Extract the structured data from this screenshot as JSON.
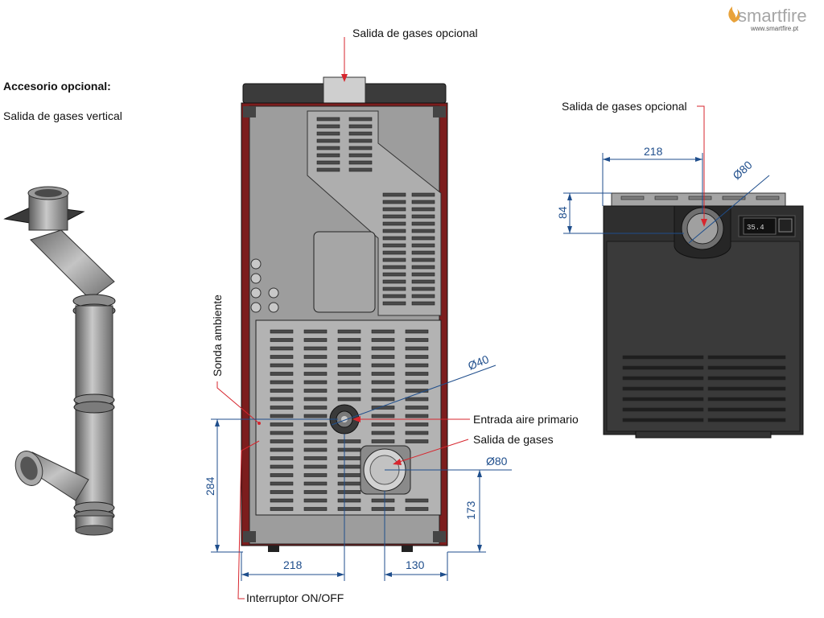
{
  "brand": {
    "name": "smartfire",
    "url": "www.smartfire.pt"
  },
  "accessory": {
    "heading": "Accesorio opcional:",
    "description": "Salida de gases vertical"
  },
  "back_view": {
    "labels": {
      "top_outlet": "Salida de gases opcional",
      "ambient_probe": "Sonda ambiente",
      "primary_air": "Entrada aire primario",
      "gas_outlet": "Salida de gases",
      "switch": "Interruptor ON/OFF"
    },
    "dimensions": {
      "air_diameter": "Ø40",
      "outlet_diameter": "Ø80",
      "height_air": "284",
      "height_outlet": "173",
      "width_left": "218",
      "width_right": "130"
    }
  },
  "top_view": {
    "labels": {
      "optional_outlet": "Salida de gases opcional"
    },
    "dimensions": {
      "width": "218",
      "depth": "84",
      "diameter": "Ø80"
    }
  },
  "colors": {
    "dimension": "#1f4e8c",
    "leader": "#d7262e",
    "panel": "#9a9a9a",
    "body": "#2e2e2e",
    "frame": "#8a1c1c"
  }
}
